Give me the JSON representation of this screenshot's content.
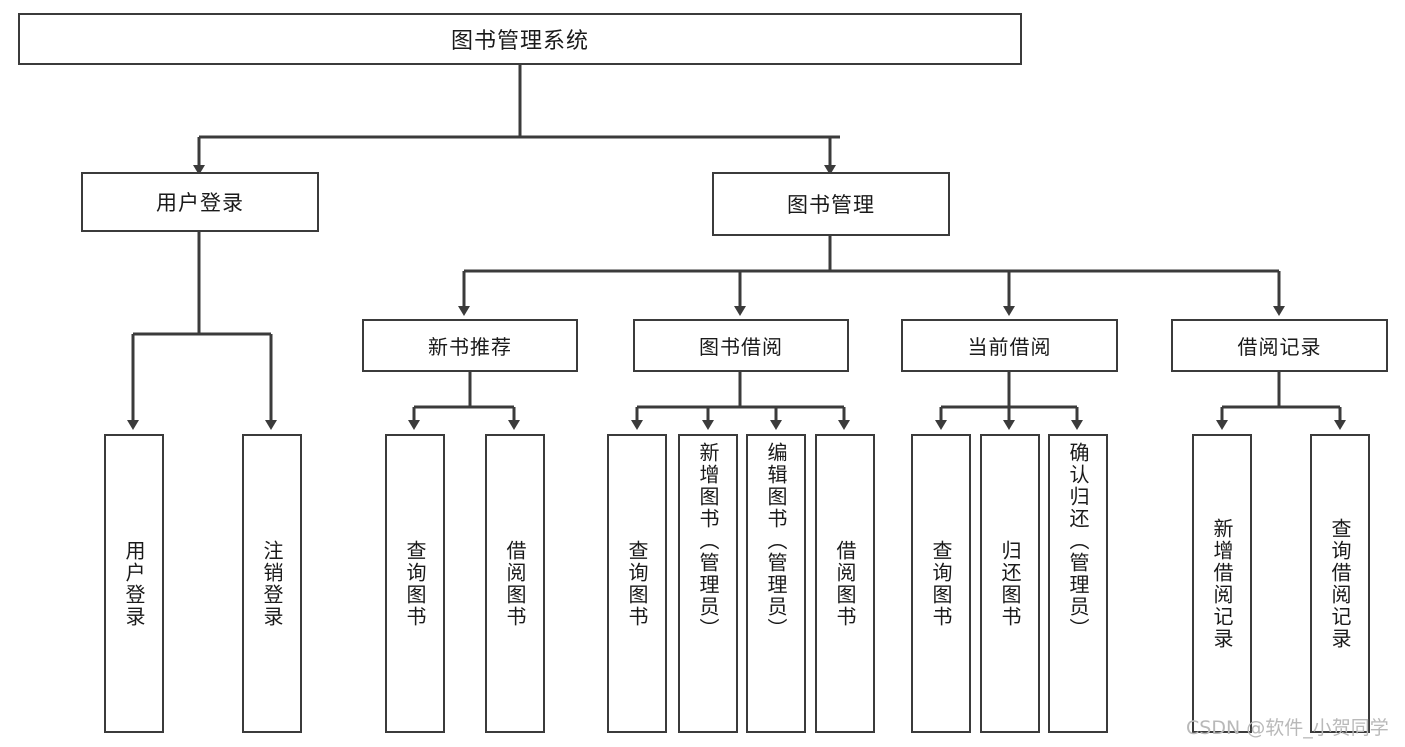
{
  "diagram": {
    "type": "tree",
    "title": "图书管理系统",
    "orientation": "top-down",
    "line_color": "#3b3b3b",
    "box_fill": "#ffffff",
    "text_color": "#1a1a1a",
    "root": {
      "label": "图书管理系统"
    },
    "level1": [
      {
        "label": "用户登录"
      },
      {
        "label": "图书管理"
      }
    ],
    "level2": [
      {
        "label": "新书推荐"
      },
      {
        "label": "图书借阅"
      },
      {
        "label": "当前借阅"
      },
      {
        "label": "借阅记录"
      }
    ],
    "leaves": {
      "user_login": [
        {
          "label": "用户登录"
        },
        {
          "label": "注销登录"
        }
      ],
      "new_book_recommend": [
        {
          "label": "查询图书"
        },
        {
          "label": "借阅图书"
        }
      ],
      "book_borrow": [
        {
          "label": "查询图书"
        },
        {
          "label": "新增图书（管理员）"
        },
        {
          "label": "编辑图书（管理员）"
        },
        {
          "label": "借阅图书"
        }
      ],
      "current_borrow": [
        {
          "label": "查询图书"
        },
        {
          "label": "归还图书"
        },
        {
          "label": "确认归还（管理员）"
        }
      ],
      "borrow_record": [
        {
          "label": "新增借阅记录"
        },
        {
          "label": "查询借阅记录"
        }
      ]
    }
  },
  "watermark": {
    "text": "CSDN @软件_小贺同学",
    "color": "#b9b9b9"
  }
}
